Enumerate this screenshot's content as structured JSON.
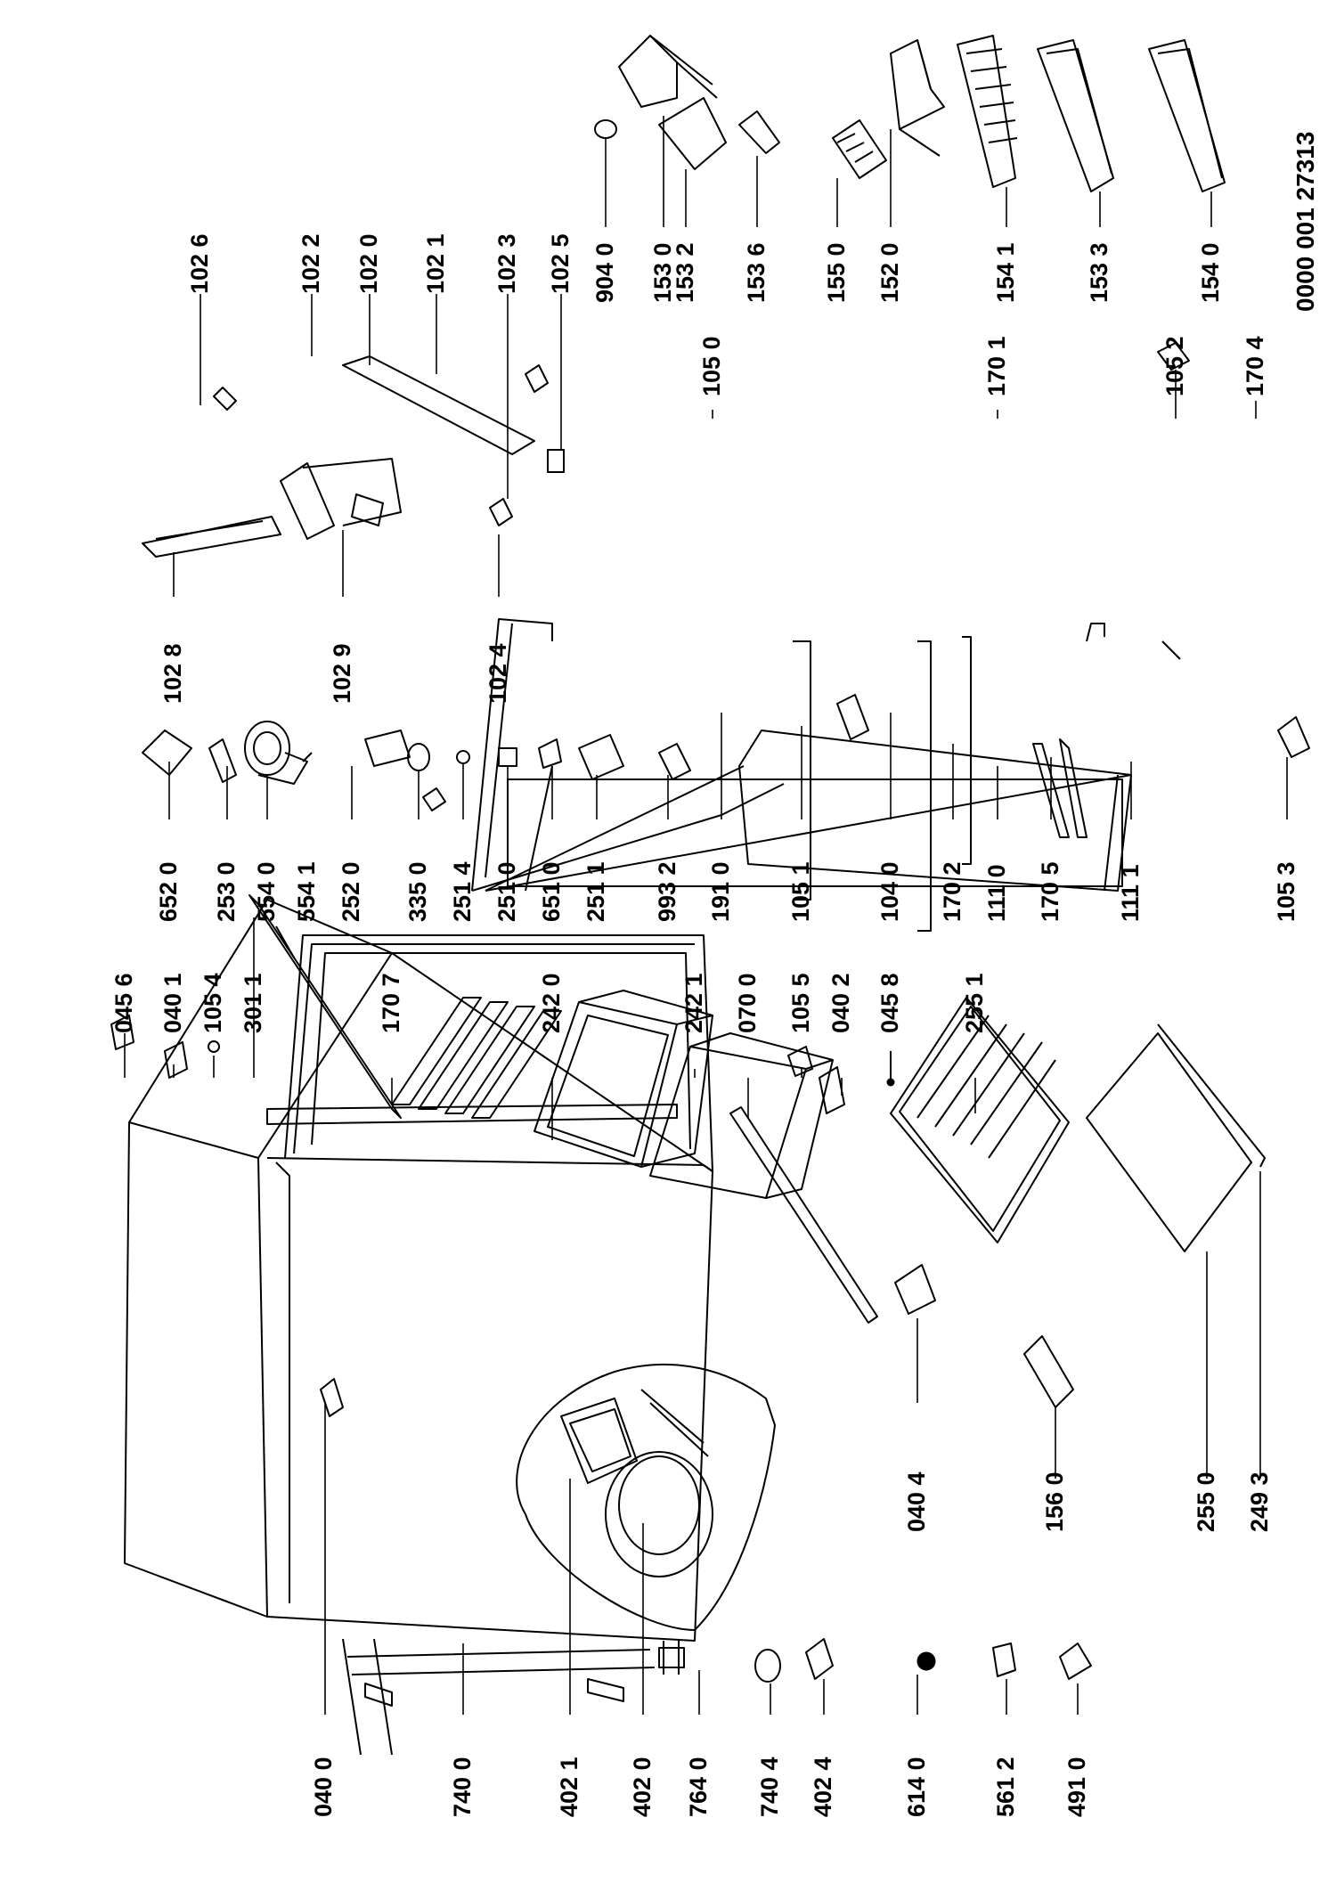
{
  "document_number": "0000 001 27313",
  "labels": {
    "c1": [
      "040 0",
      "740 0",
      "402 1",
      "402 0",
      "764 0",
      "740 4",
      "402 4",
      "614 0",
      "561 2",
      "491 0"
    ],
    "c2": [
      "040 4",
      "156 0",
      "255 0",
      "249 3"
    ],
    "c3": [
      "045 6",
      "040 1",
      "105 4",
      "301 1",
      "170 7",
      "242 0",
      "242 1",
      "070 0",
      "105 5",
      "040 2",
      "045 8",
      "255 1"
    ],
    "c4": [
      "652 0",
      "253 0",
      "554 0",
      "554 1",
      "252 0",
      "335 0",
      "251 4",
      "251 0",
      "651 0",
      "251 1",
      "993 2",
      "191 0",
      "105 1",
      "104 0",
      "170 2",
      "111 0",
      "170 5",
      "111 1",
      "105 3"
    ],
    "c5": [
      "102 8",
      "102 9",
      "102 4"
    ],
    "c6": [
      "102 6",
      "102 2",
      "102 0",
      "102 1",
      "102 3",
      "102 5",
      "105 0",
      "170 1",
      "105 2",
      "170 4"
    ],
    "c7": [
      "904 0",
      "153 0",
      "153 2",
      "153 6",
      "155 0",
      "152 0",
      "154 1",
      "153 3",
      "154 0"
    ]
  }
}
